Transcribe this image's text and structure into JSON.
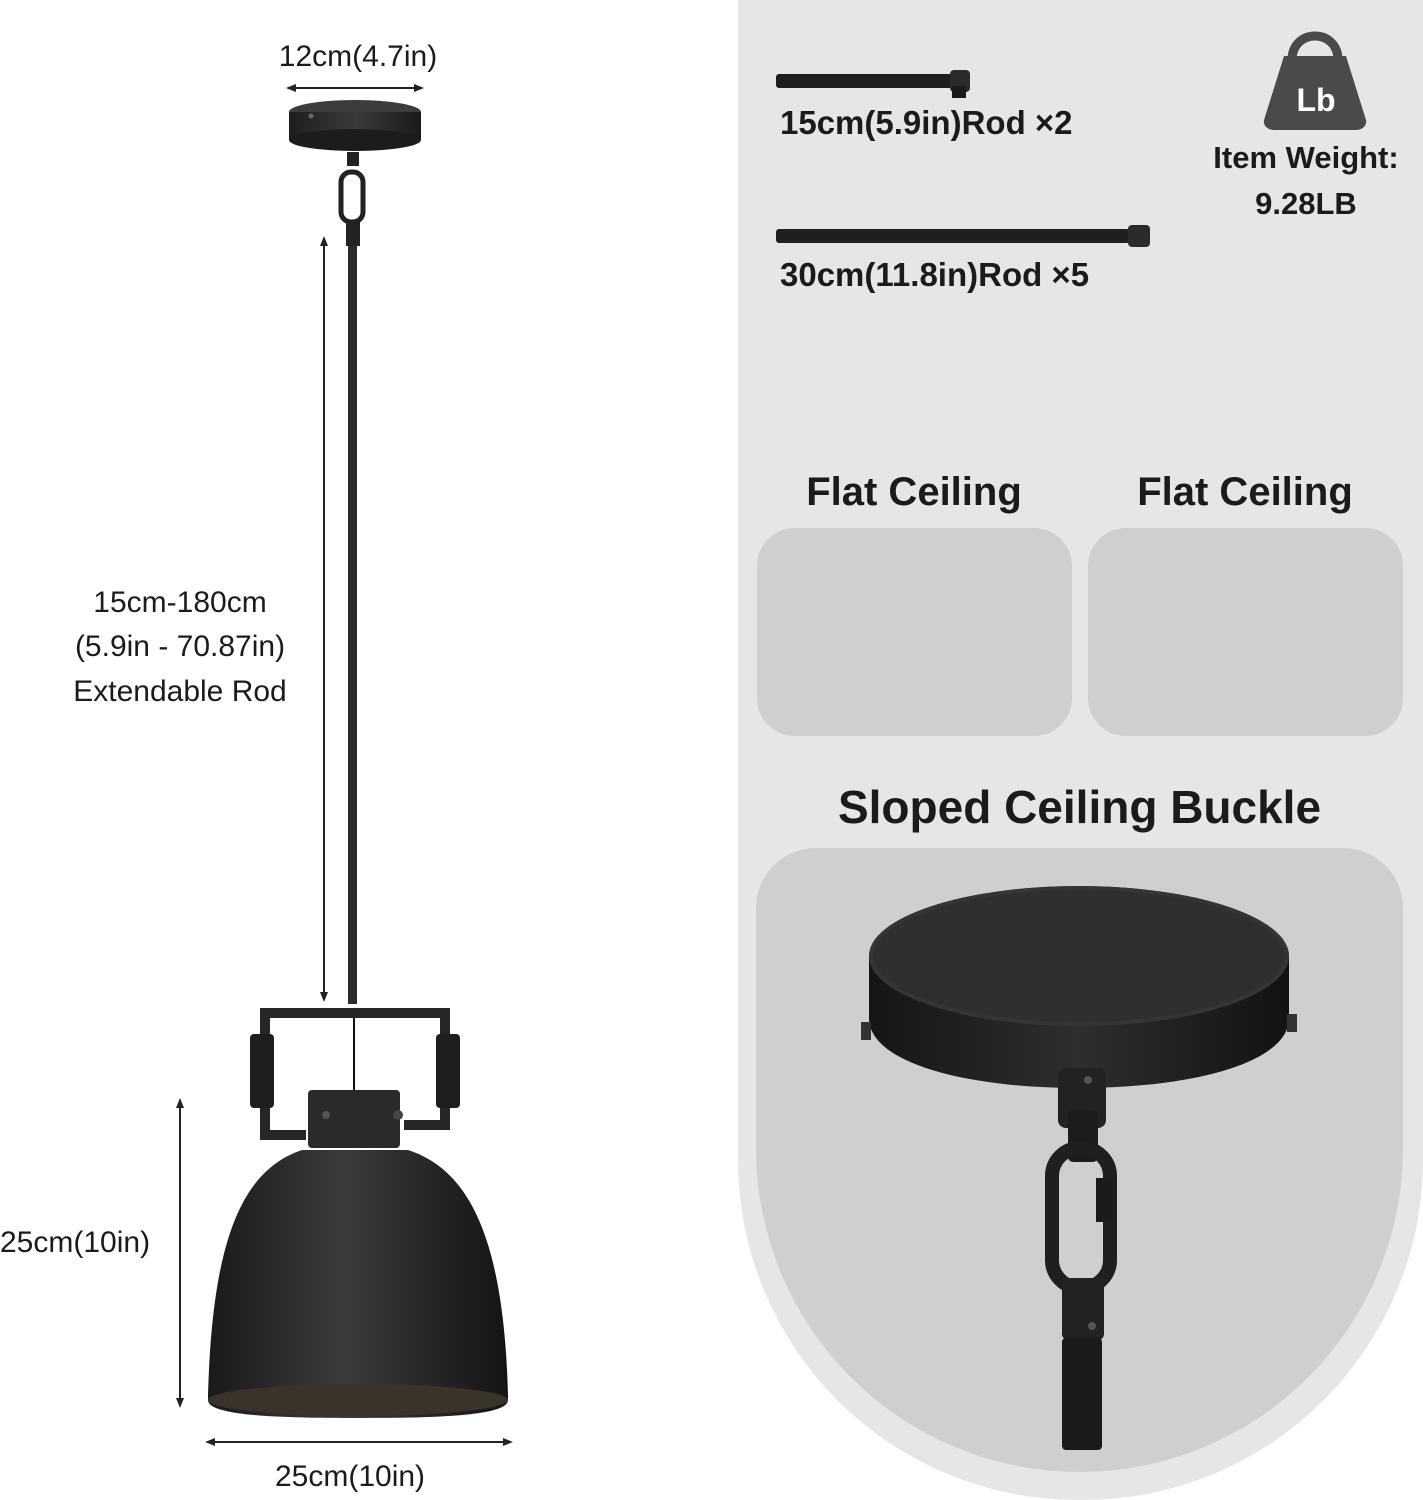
{
  "dimensions": {
    "canopy_width": "12cm(4.7in)",
    "rod_length_range": "15cm-180cm",
    "rod_length_range_in": "(5.9in - 70.87in)",
    "rod_label": "Extendable Rod",
    "shade_height": "25cm(10in)",
    "shade_width": "25cm(10in)"
  },
  "rods": [
    {
      "label": "15cm(5.9in)Rod ×2"
    },
    {
      "label": "30cm(11.8in)Rod ×5"
    }
  ],
  "weight": {
    "icon_text": "Lb",
    "label": "Item Weight:",
    "value": "9.28LB"
  },
  "ceiling_types": [
    {
      "label": "Flat Ceiling"
    },
    {
      "label": "Flat Ceiling"
    }
  ],
  "buckle_title": "Sloped Ceiling Buckle",
  "colors": {
    "panel_bg": "#e6e6e6",
    "card_bg": "#cfcfcf",
    "fixture": "#242424",
    "icon_dark": "#4a4a4a"
  }
}
